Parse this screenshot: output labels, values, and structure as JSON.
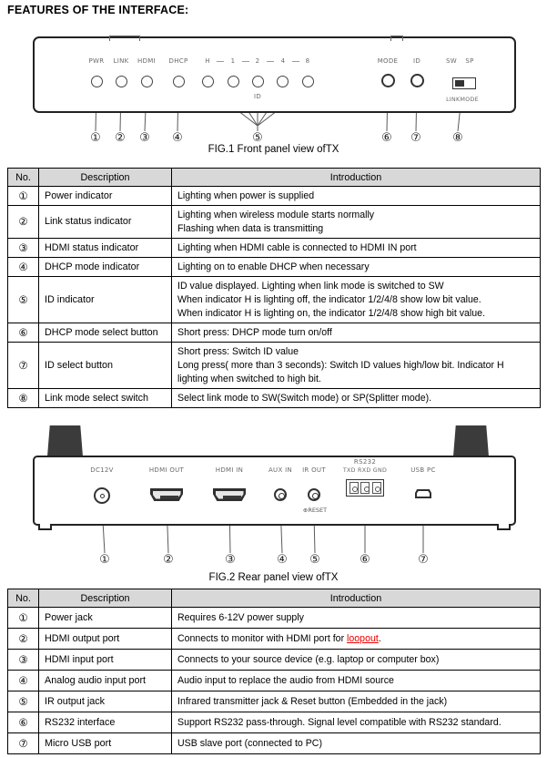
{
  "page": {
    "heading": "FEATURES OF THE INTERFACE:"
  },
  "fig1": {
    "caption": "FIG.1 Front panel view ofTX",
    "labels": {
      "pwr": "PWR",
      "link": "LINK",
      "hdmi": "HDMI",
      "dhcp": "DHCP",
      "h": "H",
      "n1": "1",
      "n2": "2",
      "n4": "4",
      "n8": "8",
      "id_group": "ID",
      "mode": "MODE",
      "id": "ID",
      "sw": "SW",
      "sp": "SP",
      "linkmode": "LINKMODE"
    },
    "callouts": [
      "①",
      "②",
      "③",
      "④",
      "⑤",
      "⑥",
      "⑦",
      "⑧"
    ]
  },
  "table1": {
    "headers": [
      "No.",
      "Description",
      "Introduction"
    ],
    "rows": [
      {
        "no": "①",
        "desc": "Power indicator",
        "intro": "Lighting when power is supplied"
      },
      {
        "no": "②",
        "desc": "Link status indicator",
        "intro": "Lighting when wireless module starts normally\nFlashing when data is transmitting"
      },
      {
        "no": "③",
        "desc": "HDMI status indicator",
        "intro": "Lighting when HDMI cable is connected to HDMI IN port"
      },
      {
        "no": "④",
        "desc": "DHCP mode indicator",
        "intro": "Lighting on to enable DHCP when necessary"
      },
      {
        "no": "⑤",
        "desc": "ID indicator",
        "intro": "ID value displayed. Lighting when link mode is switched to SW\nWhen indicator H is lighting off, the indicator 1/2/4/8 show low bit value.\nWhen indicator H is lighting on, the indicator 1/2/4/8 show high bit value."
      },
      {
        "no": "⑥",
        "desc": "DHCP mode select button",
        "intro": "Short press: DHCP mode turn on/off"
      },
      {
        "no": "⑦",
        "desc": "ID select button",
        "intro": "Short press: Switch ID value\nLong press( more than 3 seconds): Switch ID values high/low bit. Indicator H lighting when switched to high bit."
      },
      {
        "no": "⑧",
        "desc": "Link mode select switch",
        "intro": "Select link mode to SW(Switch mode) or SP(Splitter mode)."
      }
    ]
  },
  "fig2": {
    "caption": "FIG.2 Rear panel view ofTX",
    "labels": {
      "dc12v": "DC12V",
      "hdmi_out": "HDMI OUT",
      "hdmi_in": "HDMI IN",
      "aux_in": "AUX IN",
      "ir_out": "IR OUT",
      "reset_icon": "⊕",
      "reset": "RESET",
      "rs232": "RS232",
      "rs232_pins": "TXD RXD GND",
      "usb_pc": "USB PC"
    },
    "callouts": [
      "①",
      "②",
      "③",
      "④",
      "⑤",
      "⑥",
      "⑦"
    ]
  },
  "table2": {
    "headers": [
      "No.",
      "Description",
      "Introduction"
    ],
    "rows": [
      {
        "no": "①",
        "desc": "Power jack",
        "intro": "Requires 6-12V power supply"
      },
      {
        "no": "②",
        "desc": "HDMI output port",
        "intro_pre": "Connects to monitor with HDMI port for ",
        "intro_link": "loopout",
        "intro_post": "."
      },
      {
        "no": "③",
        "desc": "HDMI input port",
        "intro": "Connects to your source device (e.g. laptop or computer box)"
      },
      {
        "no": "④",
        "desc": "Analog audio input port",
        "intro": "Audio input to replace the audio from HDMI source"
      },
      {
        "no": "⑤",
        "desc": "IR output jack",
        "intro": "Infrared transmitter jack & Reset button (Embedded in the jack)"
      },
      {
        "no": "⑥",
        "desc": "RS232 interface",
        "intro": "Support RS232 pass-through. Signal level compatible with RS232 standard."
      },
      {
        "no": "⑦",
        "desc": "Micro USB port",
        "intro": "USB slave port (connected to PC)"
      }
    ]
  },
  "colors": {
    "table_header_bg": "#d8d8d8",
    "highlight_red": "#ee0000",
    "panel_label_gray": "#6a6a6a"
  }
}
